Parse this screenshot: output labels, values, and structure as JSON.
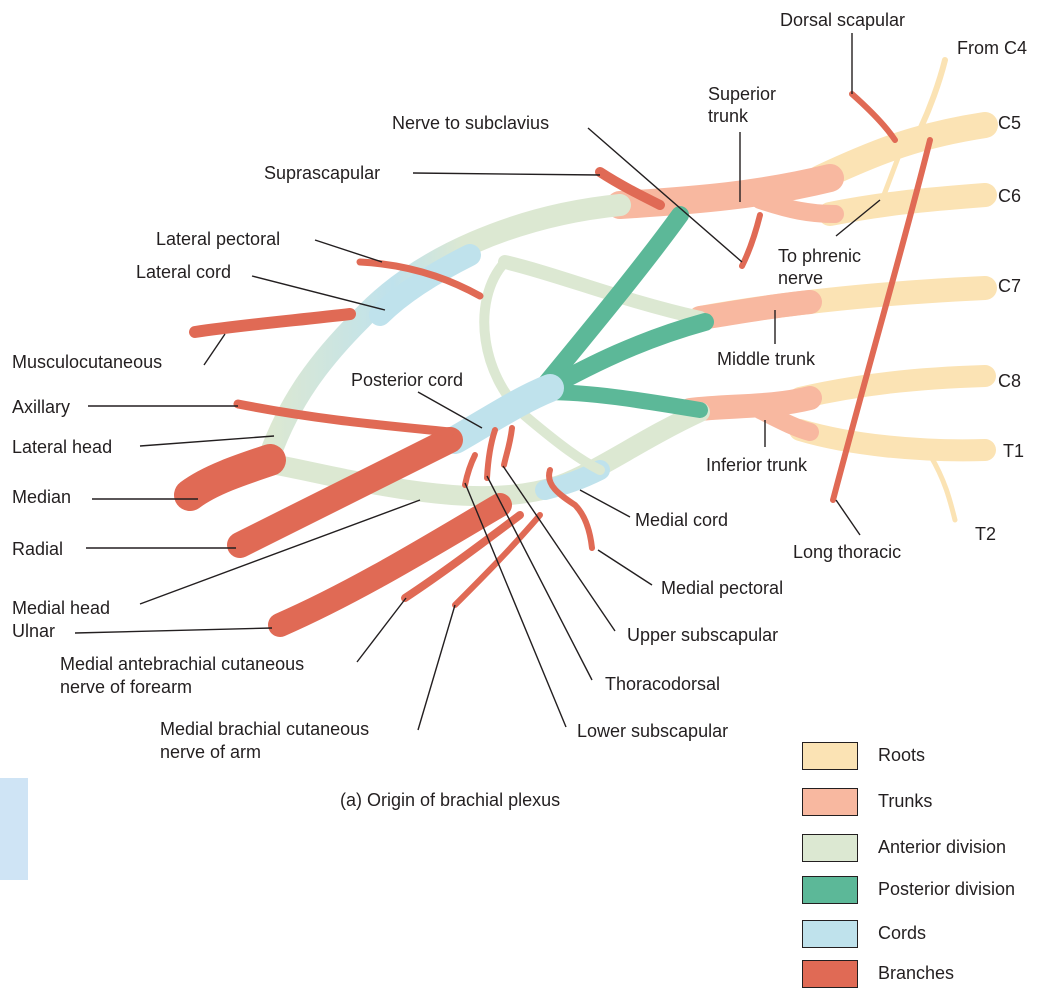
{
  "diagram_title": "(a) Origin of brachial plexus",
  "colors": {
    "roots": "#fbe3b4",
    "trunks": "#f8b8a0",
    "anterior_division": "#dce8d2",
    "posterior_division": "#5cb898",
    "cords": "#bfe2ec",
    "branches": "#e06a55"
  },
  "labels": {
    "dorsal_scapular": "Dorsal scapular",
    "from_c4": "From C4",
    "superior_trunk_1": "Superior",
    "superior_trunk_2": "trunk",
    "c5": "C5",
    "nerve_to_subclavius": "Nerve to subclavius",
    "suprascapular": "Suprascapular",
    "c6": "C6",
    "to_phrenic_1": "To phrenic",
    "to_phrenic_2": "nerve",
    "lateral_pectoral": "Lateral pectoral",
    "lateral_cord": "Lateral cord",
    "c7": "C7",
    "musculocutaneous": "Musculocutaneous",
    "middle_trunk": "Middle trunk",
    "posterior_cord": "Posterior cord",
    "c8": "C8",
    "axillary": "Axillary",
    "lateral_head": "Lateral head",
    "t1": "T1",
    "inferior_trunk": "Inferior trunk",
    "median": "Median",
    "medial_cord": "Medial cord",
    "t2": "T2",
    "radial": "Radial",
    "long_thoracic": "Long thoracic",
    "medial_pectoral": "Medial pectoral",
    "medial_head": "Medial head",
    "ulnar": "Ulnar",
    "upper_subscapular": "Upper subscapular",
    "medial_antebrachial_1": "Medial antebrachial cutaneous",
    "medial_antebrachial_2": "nerve of forearm",
    "thoracodorsal": "Thoracodorsal",
    "medial_brachial_1": "Medial brachial cutaneous",
    "medial_brachial_2": "nerve of arm",
    "lower_subscapular": "Lower subscapular"
  },
  "legend": {
    "roots": "Roots",
    "trunks": "Trunks",
    "anterior_division": "Anterior division",
    "posterior_division": "Posterior division",
    "cords": "Cords",
    "branches": "Branches"
  }
}
